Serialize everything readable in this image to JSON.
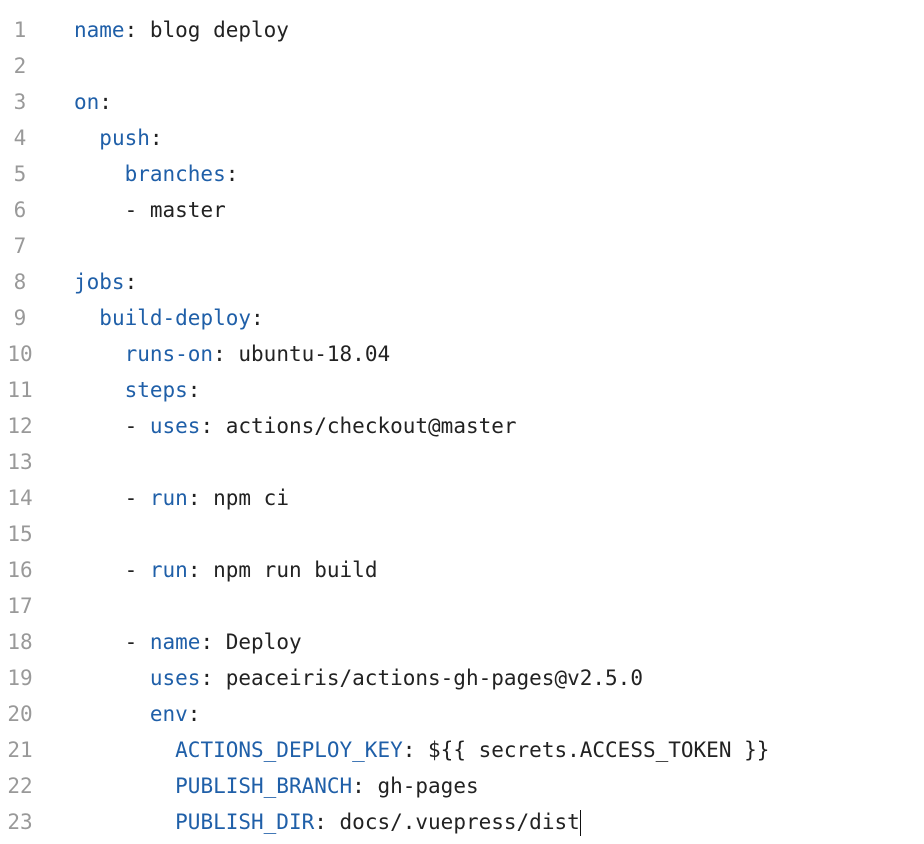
{
  "editor": {
    "lines": [
      {
        "n": "1",
        "indent": "",
        "prefix": "",
        "key": "name",
        "sep": ": ",
        "value": "blog deploy"
      },
      {
        "n": "2",
        "indent": "",
        "prefix": "",
        "key": "",
        "sep": "",
        "value": ""
      },
      {
        "n": "3",
        "indent": "",
        "prefix": "",
        "key": "on",
        "sep": ":",
        "value": ""
      },
      {
        "n": "4",
        "indent": "  ",
        "prefix": "",
        "key": "push",
        "sep": ":",
        "value": ""
      },
      {
        "n": "5",
        "indent": "    ",
        "prefix": "",
        "key": "branches",
        "sep": ":",
        "value": ""
      },
      {
        "n": "6",
        "indent": "    ",
        "prefix": "- ",
        "key": "",
        "sep": "",
        "value": "master"
      },
      {
        "n": "7",
        "indent": "",
        "prefix": "",
        "key": "",
        "sep": "",
        "value": ""
      },
      {
        "n": "8",
        "indent": "",
        "prefix": "",
        "key": "jobs",
        "sep": ":",
        "value": ""
      },
      {
        "n": "9",
        "indent": "  ",
        "prefix": "",
        "key": "build-deploy",
        "sep": ":",
        "value": ""
      },
      {
        "n": "10",
        "indent": "    ",
        "prefix": "",
        "key": "runs-on",
        "sep": ": ",
        "value": "ubuntu-18.04"
      },
      {
        "n": "11",
        "indent": "    ",
        "prefix": "",
        "key": "steps",
        "sep": ":",
        "value": ""
      },
      {
        "n": "12",
        "indent": "    ",
        "prefix": "- ",
        "key": "uses",
        "sep": ": ",
        "value": "actions/checkout@master"
      },
      {
        "n": "13",
        "indent": "",
        "prefix": "",
        "key": "",
        "sep": "",
        "value": ""
      },
      {
        "n": "14",
        "indent": "    ",
        "prefix": "- ",
        "key": "run",
        "sep": ": ",
        "value": "npm ci"
      },
      {
        "n": "15",
        "indent": "",
        "prefix": "",
        "key": "",
        "sep": "",
        "value": ""
      },
      {
        "n": "16",
        "indent": "    ",
        "prefix": "- ",
        "key": "run",
        "sep": ": ",
        "value": "npm run build"
      },
      {
        "n": "17",
        "indent": "",
        "prefix": "",
        "key": "",
        "sep": "",
        "value": ""
      },
      {
        "n": "18",
        "indent": "    ",
        "prefix": "- ",
        "key": "name",
        "sep": ": ",
        "value": "Deploy"
      },
      {
        "n": "19",
        "indent": "      ",
        "prefix": "",
        "key": "uses",
        "sep": ": ",
        "value": "peaceiris/actions-gh-pages@v2.5.0"
      },
      {
        "n": "20",
        "indent": "      ",
        "prefix": "",
        "key": "env",
        "sep": ":",
        "value": ""
      },
      {
        "n": "21",
        "indent": "        ",
        "prefix": "",
        "key": "ACTIONS_DEPLOY_KEY",
        "sep": ": ",
        "value": "${{ secrets.ACCESS_TOKEN }}"
      },
      {
        "n": "22",
        "indent": "        ",
        "prefix": "",
        "key": "PUBLISH_BRANCH",
        "sep": ": ",
        "value": "gh-pages"
      },
      {
        "n": "23",
        "indent": "        ",
        "prefix": "",
        "key": "PUBLISH_DIR",
        "sep": ": ",
        "value": "docs/.vuepress/dist",
        "cursor": true
      }
    ]
  },
  "colors": {
    "key": "#1f5fa8",
    "text": "#222222",
    "line_number": "#999999",
    "background": "#ffffff"
  }
}
